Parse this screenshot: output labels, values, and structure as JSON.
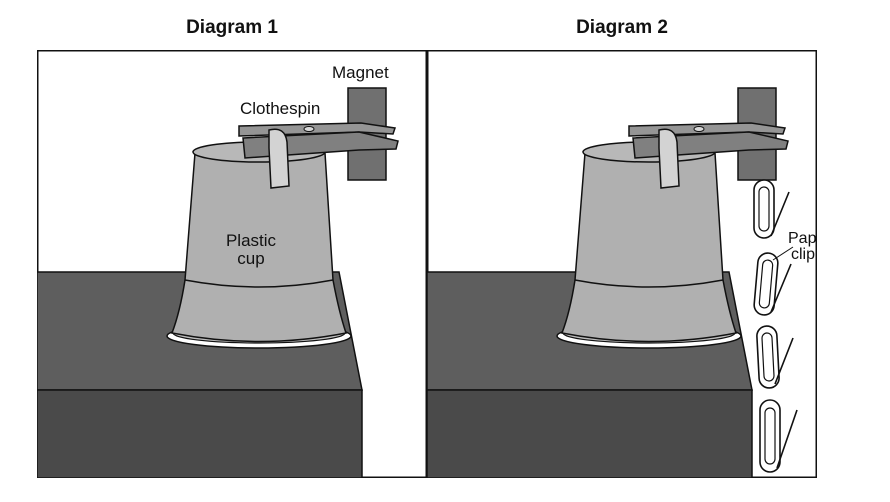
{
  "diagram1": {
    "title": "Diagram 1",
    "labels": {
      "magnet": "Magnet",
      "clothespin": "Clothespin",
      "cup_line1": "Plastic",
      "cup_line2": "cup"
    }
  },
  "diagram2": {
    "title": "Diagram 2",
    "labels": {
      "clip_line1": "Paper",
      "clip_line2": "clip"
    },
    "paper_clip_count": 4
  }
}
